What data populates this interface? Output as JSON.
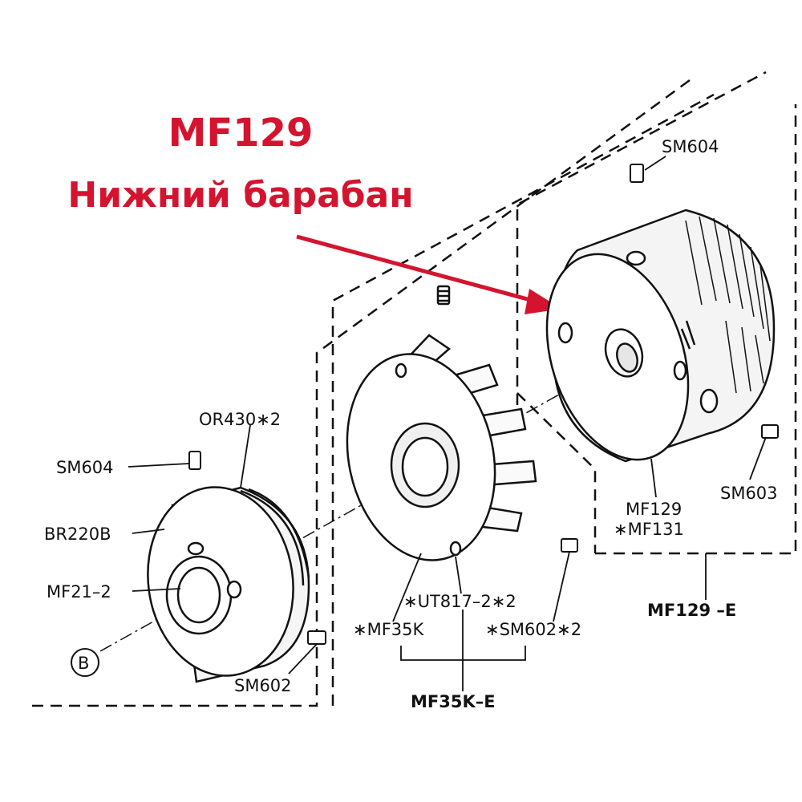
{
  "title": {
    "line1": "MF129",
    "line2": "Нижний барабан",
    "color": "#d4142f"
  },
  "parts": {
    "sm604_top": "SM604",
    "mf129": "MF129",
    "mf131": "∗MF131",
    "sm603": "SM603",
    "mf129_e": "MF129  –E",
    "or430": "OR430∗2",
    "sm604_left": "SM604",
    "br220b": "BR220B",
    "mf21_2": "MF21–2",
    "b_marker": "B",
    "ut817": "∗UT817–2∗2",
    "mf35k": "∗MF35K",
    "sm602x2": "∗SM602∗2",
    "sm602": "SM602",
    "mf35k_e": "MF35K–E"
  }
}
